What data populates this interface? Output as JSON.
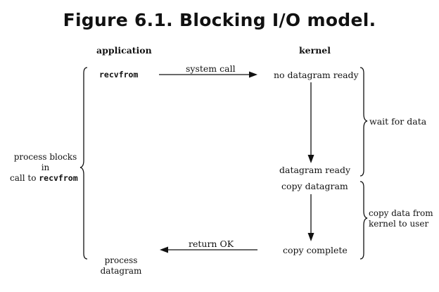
{
  "figure": {
    "title": "Figure 6.1. Blocking I/O model."
  },
  "columns": {
    "application": "application",
    "kernel": "kernel"
  },
  "application": {
    "call": "recvfrom",
    "process_label_line1": "process blocks in",
    "process_label_line2_prefix": "call to ",
    "process_label_line2_code": "recvfrom",
    "end_line1": "process",
    "end_line2": "datagram"
  },
  "arrows": {
    "system_call": "system call",
    "return_ok": "return OK"
  },
  "kernel": {
    "no_datagram": "no datagram ready",
    "datagram_ready": "datagram ready",
    "copy_datagram": "copy datagram",
    "copy_complete": "copy complete"
  },
  "phases": {
    "wait": "wait for data",
    "copy_line1": "copy data from",
    "copy_line2": "kernel to user"
  },
  "colors": {
    "ink": "#111111",
    "background": "#ffffff"
  }
}
